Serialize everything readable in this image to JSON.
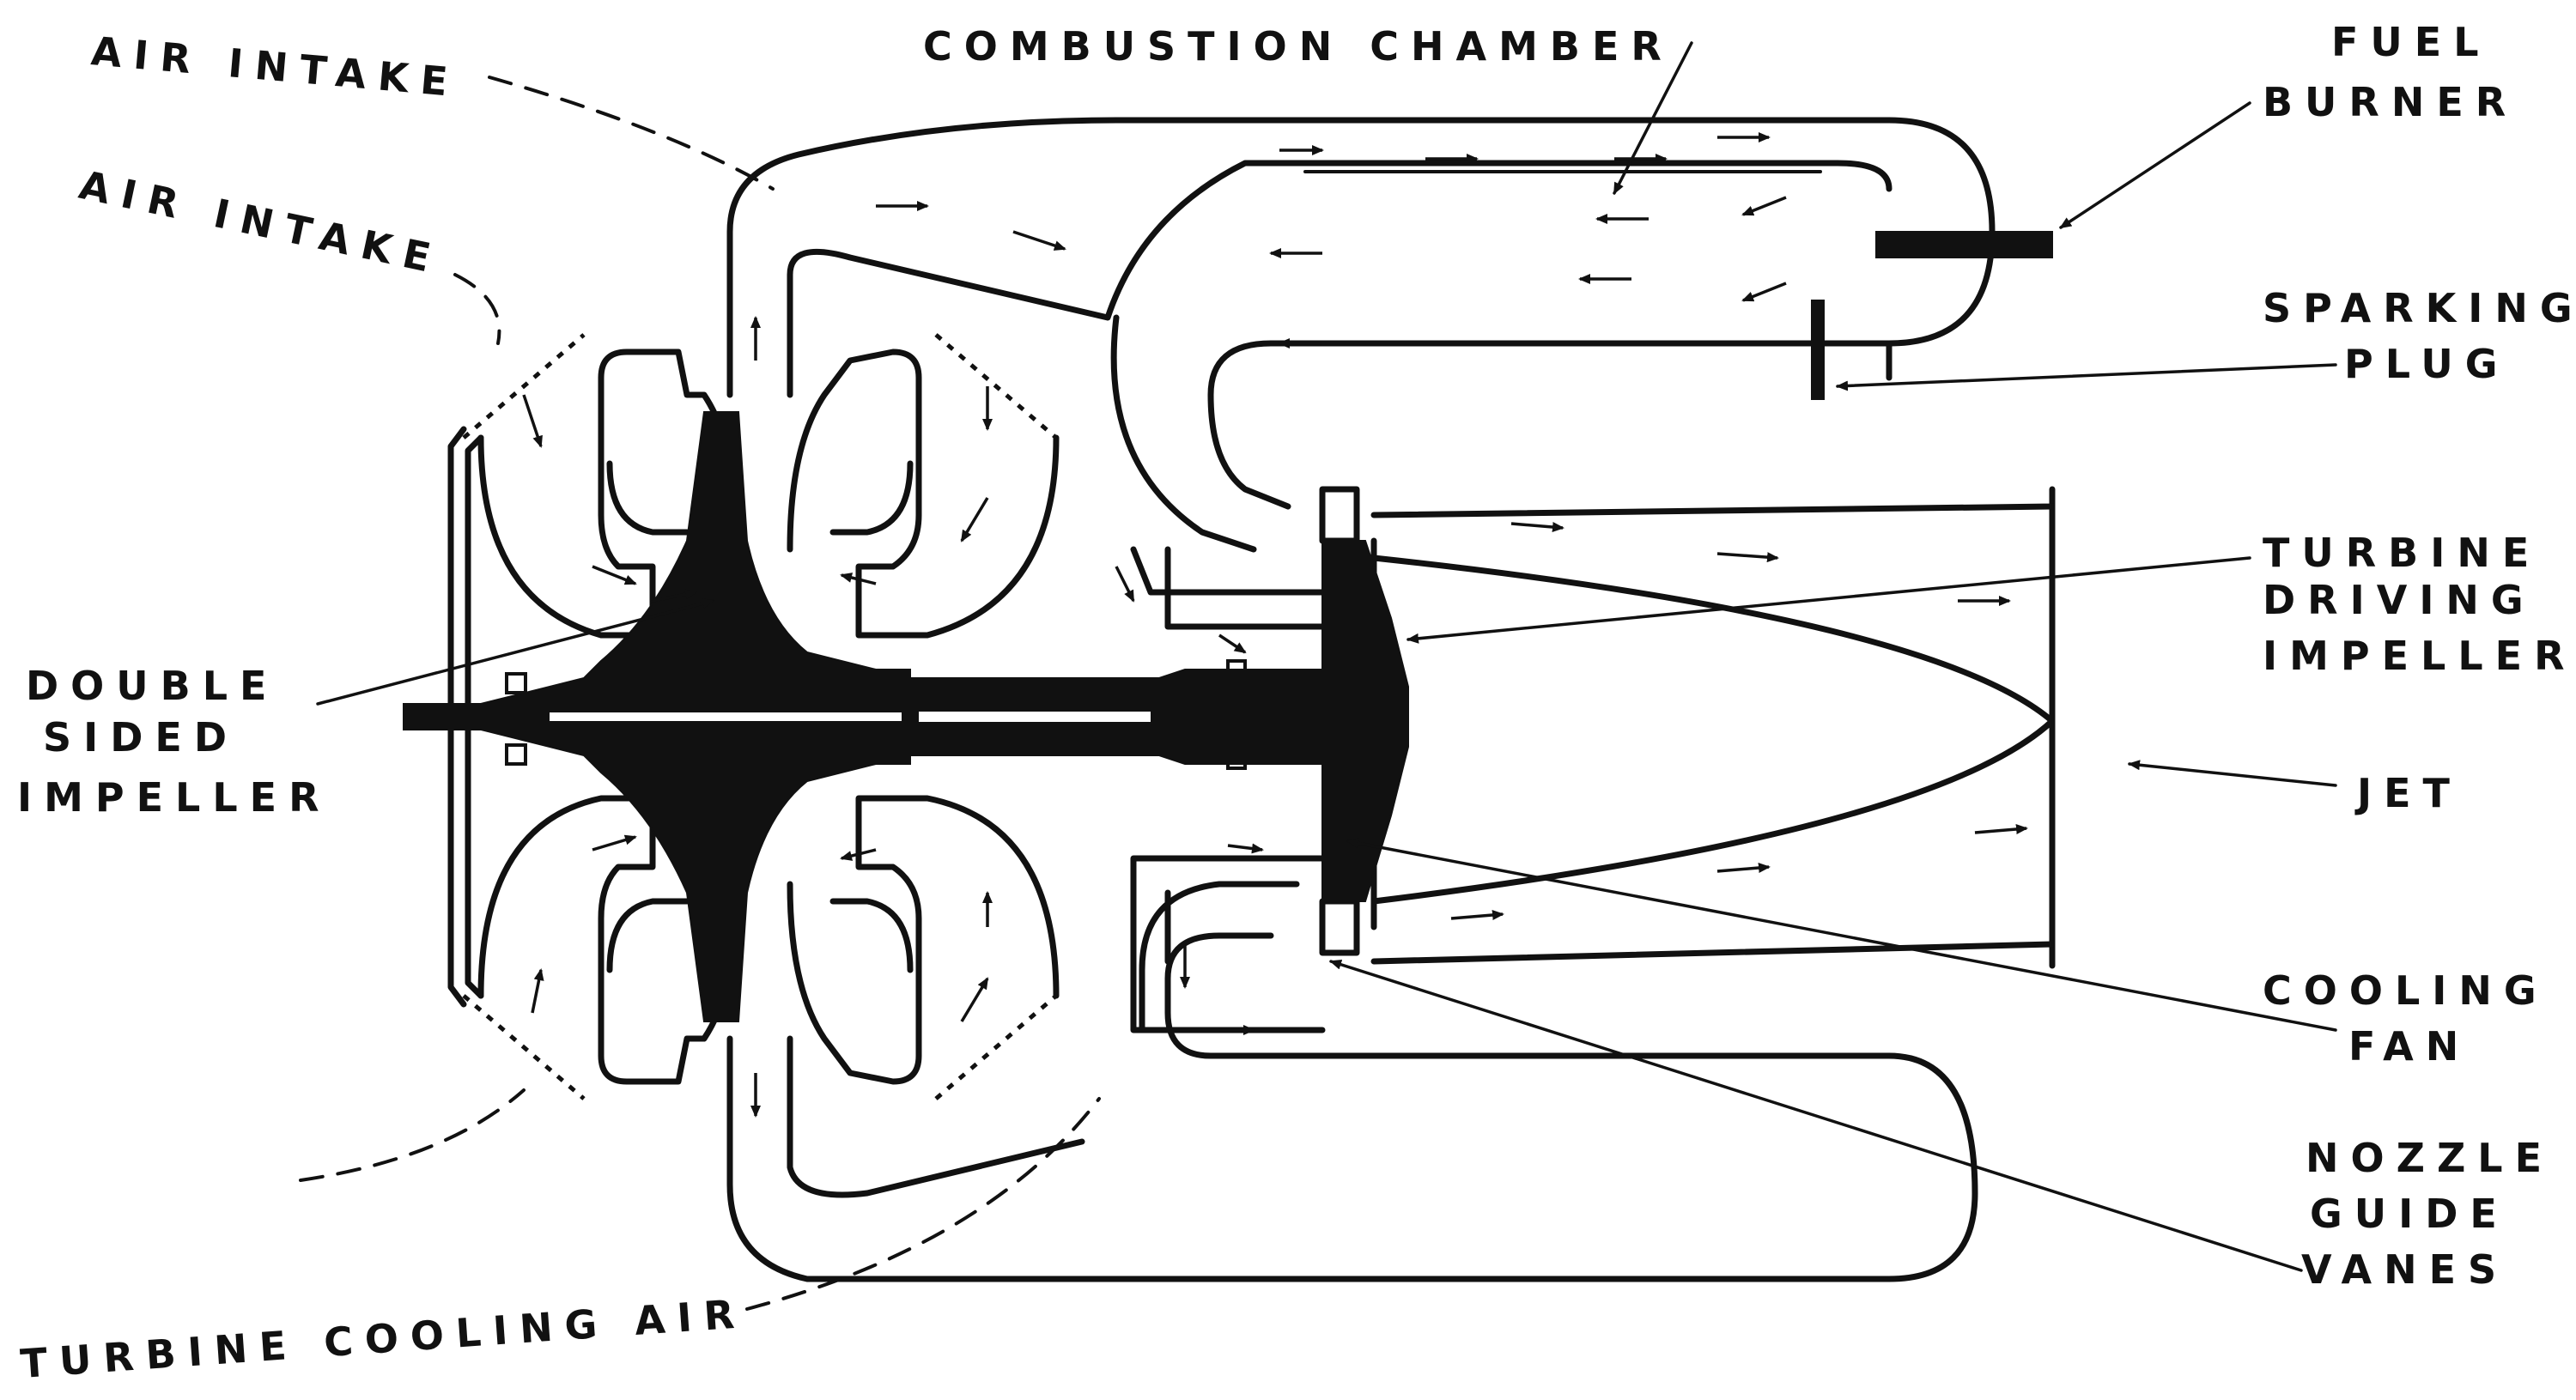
{
  "labels": {
    "air_intake_top": "AIR INTAKE",
    "air_intake_side": "AIR INTAKE",
    "combustion_chamber": "COMBUSTION CHAMBER",
    "fuel_burner_1": "FUEL",
    "fuel_burner_2": "BURNER",
    "sparking_plug_1": "SPARKING",
    "sparking_plug_2": "PLUG",
    "turbine_1": "TURBINE",
    "turbine_2": "DRIVING",
    "turbine_3": "IMPELLER",
    "double_1": "DOUBLE",
    "double_2": "SIDED",
    "double_3": "IMPELLER",
    "jet": "JET",
    "cooling_fan_1": "COOLING",
    "cooling_fan_2": "FAN",
    "nozzle_1": "NOZZLE",
    "nozzle_2": "GUIDE",
    "nozzle_3": "VANES",
    "turbine_cooling_air": "TURBINE COOLING AIR"
  }
}
